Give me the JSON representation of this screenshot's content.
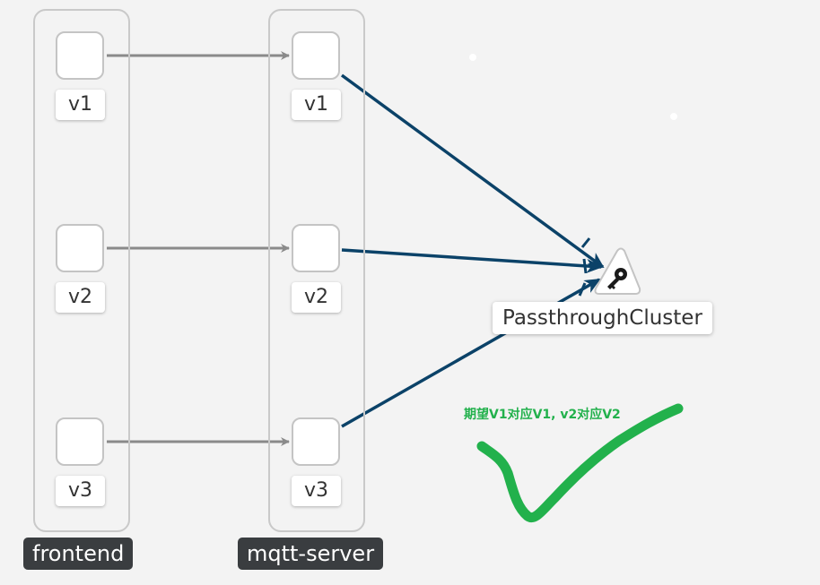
{
  "groups": {
    "frontend": {
      "label": "frontend",
      "nodes": [
        {
          "label": "v1"
        },
        {
          "label": "v2"
        },
        {
          "label": "v3"
        }
      ]
    },
    "mqtt_server": {
      "label": "mqtt-server",
      "nodes": [
        {
          "label": "v1"
        },
        {
          "label": "v2"
        },
        {
          "label": "v3"
        }
      ]
    }
  },
  "cluster": {
    "label": "PassthroughCluster",
    "icon": "key-icon"
  },
  "annotation": {
    "text": "期望V1对应V1, v2对应V2",
    "color": "#22b14c"
  },
  "colors": {
    "edge_gray": "#8a8a8a",
    "edge_navy": "#0b4268",
    "checkmark": "#22b14c",
    "background": "#f3f3f3"
  }
}
